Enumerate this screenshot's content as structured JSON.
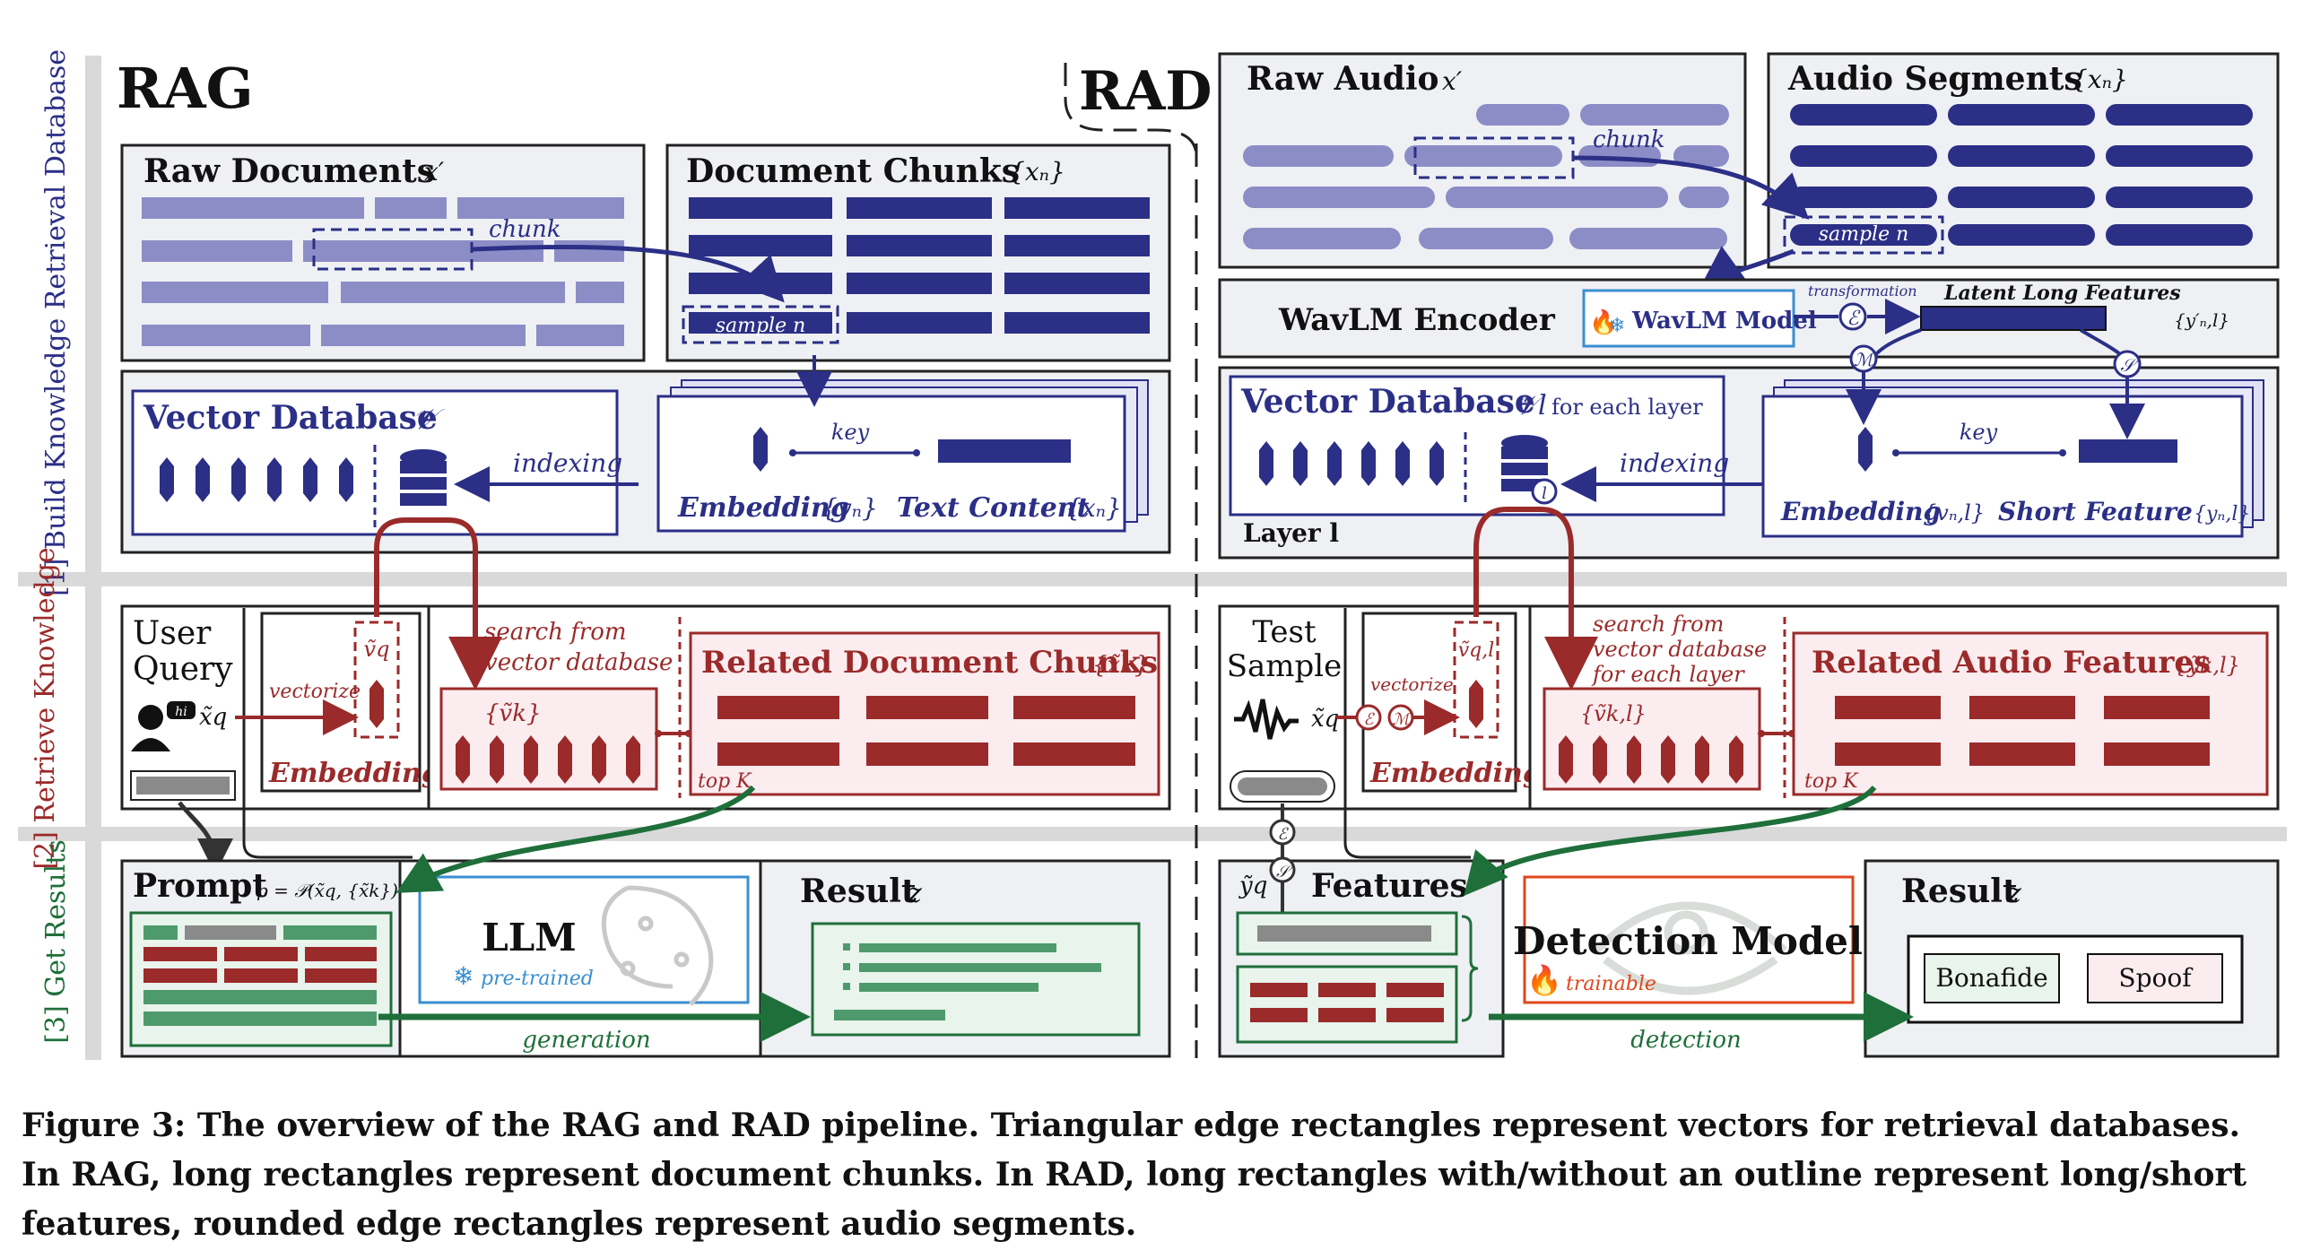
{
  "headings": {
    "rag": "RAG",
    "rad": "RAD"
  },
  "stages": {
    "build": "[1] Build Knowledge Retrieval Database",
    "retrieve": "[2] Retrieve Knowledge",
    "get": "[3] Get Results"
  },
  "rag": {
    "raw_documents": "Raw Documents",
    "raw_documents_var": "x′",
    "chunk": "chunk",
    "document_chunks": "Document Chunks",
    "document_chunks_var": "{xₙ}",
    "sample_n": "sample n",
    "vector_database": "Vector Database",
    "vector_database_var": "𝒱",
    "indexing": "indexing",
    "key": "key",
    "embedding": "Embedding",
    "embedding_var": "{vₙ}",
    "text_content": "Text Content",
    "text_content_var": "{xₙ}",
    "user_query_1": "User",
    "user_query_2": "Query",
    "hi": "hi",
    "query_var": "x̃q",
    "vectorize": "vectorize",
    "vq": "ṽq",
    "embedding2": "Embedding",
    "search_1": "search from",
    "search_2": "vector database",
    "vk": "{ṽk}",
    "related_chunks": "Related Document Chunks",
    "related_chunks_var": "{x̃k}",
    "top_k": "top K",
    "prompt": "Prompt",
    "prompt_formula": "p = 𝒫(x̃q, {x̃k})",
    "llm": "LLM",
    "pretrained": "pre-trained",
    "result": "Result",
    "result_var": "z",
    "generation": "generation"
  },
  "rad": {
    "raw_audio": "Raw Audio",
    "raw_audio_var": "x′",
    "chunk": "chunk",
    "audio_segments": "Audio Segments",
    "audio_segments_var": "{xₙ}",
    "sample_n": "sample n",
    "wavlm_encoder": "WavLM Encoder",
    "wavlm_model": "WavLM Model",
    "transformation": "transformation",
    "latent_long": "Latent Long Features",
    "latent_var": "{y′ₙ,l}",
    "op_e": "ℰ",
    "op_m": "ℳ",
    "op_s": "𝒮",
    "vector_database": "Vector Database",
    "vector_database_var": "𝒱l",
    "for_each_layer": "for each layer",
    "layer_l": "Layer l",
    "indexing": "indexing",
    "key": "key",
    "embedding": "Embedding",
    "embedding_var": "{vₙ,l}",
    "short_feature": "Short Feature",
    "short_feature_var": "{yₙ,l}",
    "test_1": "Test",
    "test_2": "Sample",
    "query_var": "x̃q",
    "vectorize": "vectorize",
    "vq": "ṽq,l",
    "embedding2": "Embedding",
    "search_1": "search from",
    "search_2": "vector database",
    "search_3": "for each layer",
    "vk": "{ṽk,l}",
    "related_features": "Related Audio Features",
    "related_features_var": "{ỹk,l}",
    "top_k": "top K",
    "yq": "ỹq",
    "features": "Features",
    "detection_model": "Detection Model",
    "trainable": "trainable",
    "result": "Result",
    "result_var": "z",
    "bonafide": "Bonafide",
    "spoof": "Spoof",
    "detection": "detection"
  },
  "colors": {
    "navy": "#2b2f86",
    "bar_light": "#8c8dc6",
    "bar_mid": "#4b4ea3",
    "red": "#9b2a2a",
    "red_light": "#a54848",
    "green": "#1f6f3a",
    "green_mid": "#4f9a6c",
    "panel_bg": "#eef0f4",
    "pink_bg": "#fbecef",
    "mint_bg": "#e8f4ec"
  },
  "caption": {
    "line1": "Figure 3: The overview of the RAG and RAD pipeline. Triangular edge rectangles represent vectors for retrieval databases.",
    "line2": "In RAG, long rectangles represent document chunks. In RAD, long rectangles with/without an outline represent long/short",
    "line3": "features, rounded edge rectangles represent audio segments."
  }
}
